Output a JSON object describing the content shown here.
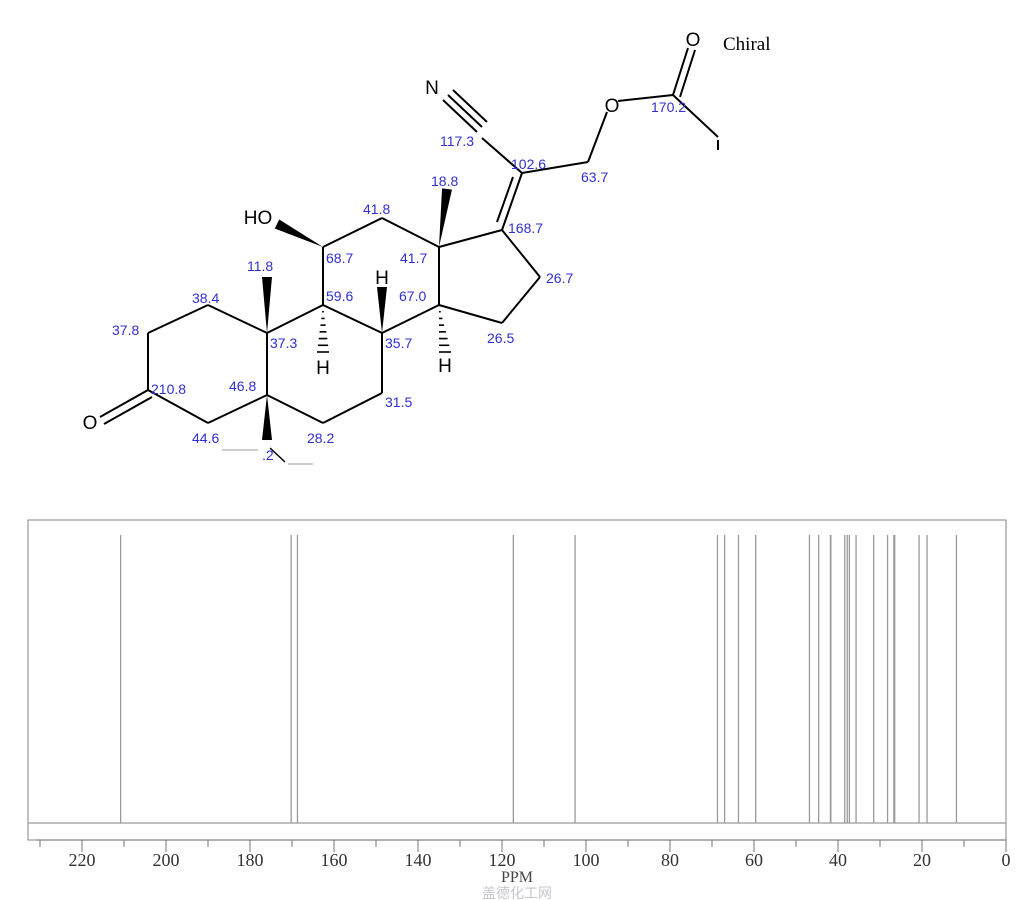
{
  "structure": {
    "chiral_label": "Chiral",
    "atoms": {
      "ketone_o": "O",
      "hydroxyl": "HO",
      "nitrile_n": "N",
      "ester_o": "O",
      "carbonyl_o": "O",
      "h_c8": "H",
      "h_c9": "H",
      "h_c14": "H"
    },
    "shift_labels": [
      "210.8",
      "37.8",
      "38.4",
      "37.3",
      "46.8",
      "44.6",
      "11.8",
      "59.6",
      "68.7",
      "41.8",
      "41.7",
      "18.8",
      "67.0",
      "35.7",
      "31.5",
      "28.2",
      "26.5",
      "26.7",
      "168.7",
      "102.6",
      "117.3",
      "63.7",
      "170.2",
      ".2"
    ]
  },
  "chart_data": {
    "type": "bar",
    "title": "13C NMR predicted spectrum",
    "xlabel": "PPM",
    "xlim": [
      231,
      0
    ],
    "x_reversed": true,
    "xticks": [
      220,
      200,
      180,
      160,
      140,
      120,
      100,
      80,
      60,
      40,
      20,
      0
    ],
    "minor_tick_step": 10,
    "peaks_ppm": [
      210.8,
      170.2,
      168.7,
      117.3,
      102.6,
      68.7,
      67.0,
      63.7,
      59.6,
      46.8,
      44.6,
      41.8,
      41.7,
      38.4,
      37.8,
      37.3,
      35.7,
      31.5,
      28.2,
      26.7,
      26.5,
      20.7,
      18.8,
      11.8
    ],
    "peak_color": "#9a9a9a",
    "watermark": "盖德化工网"
  }
}
